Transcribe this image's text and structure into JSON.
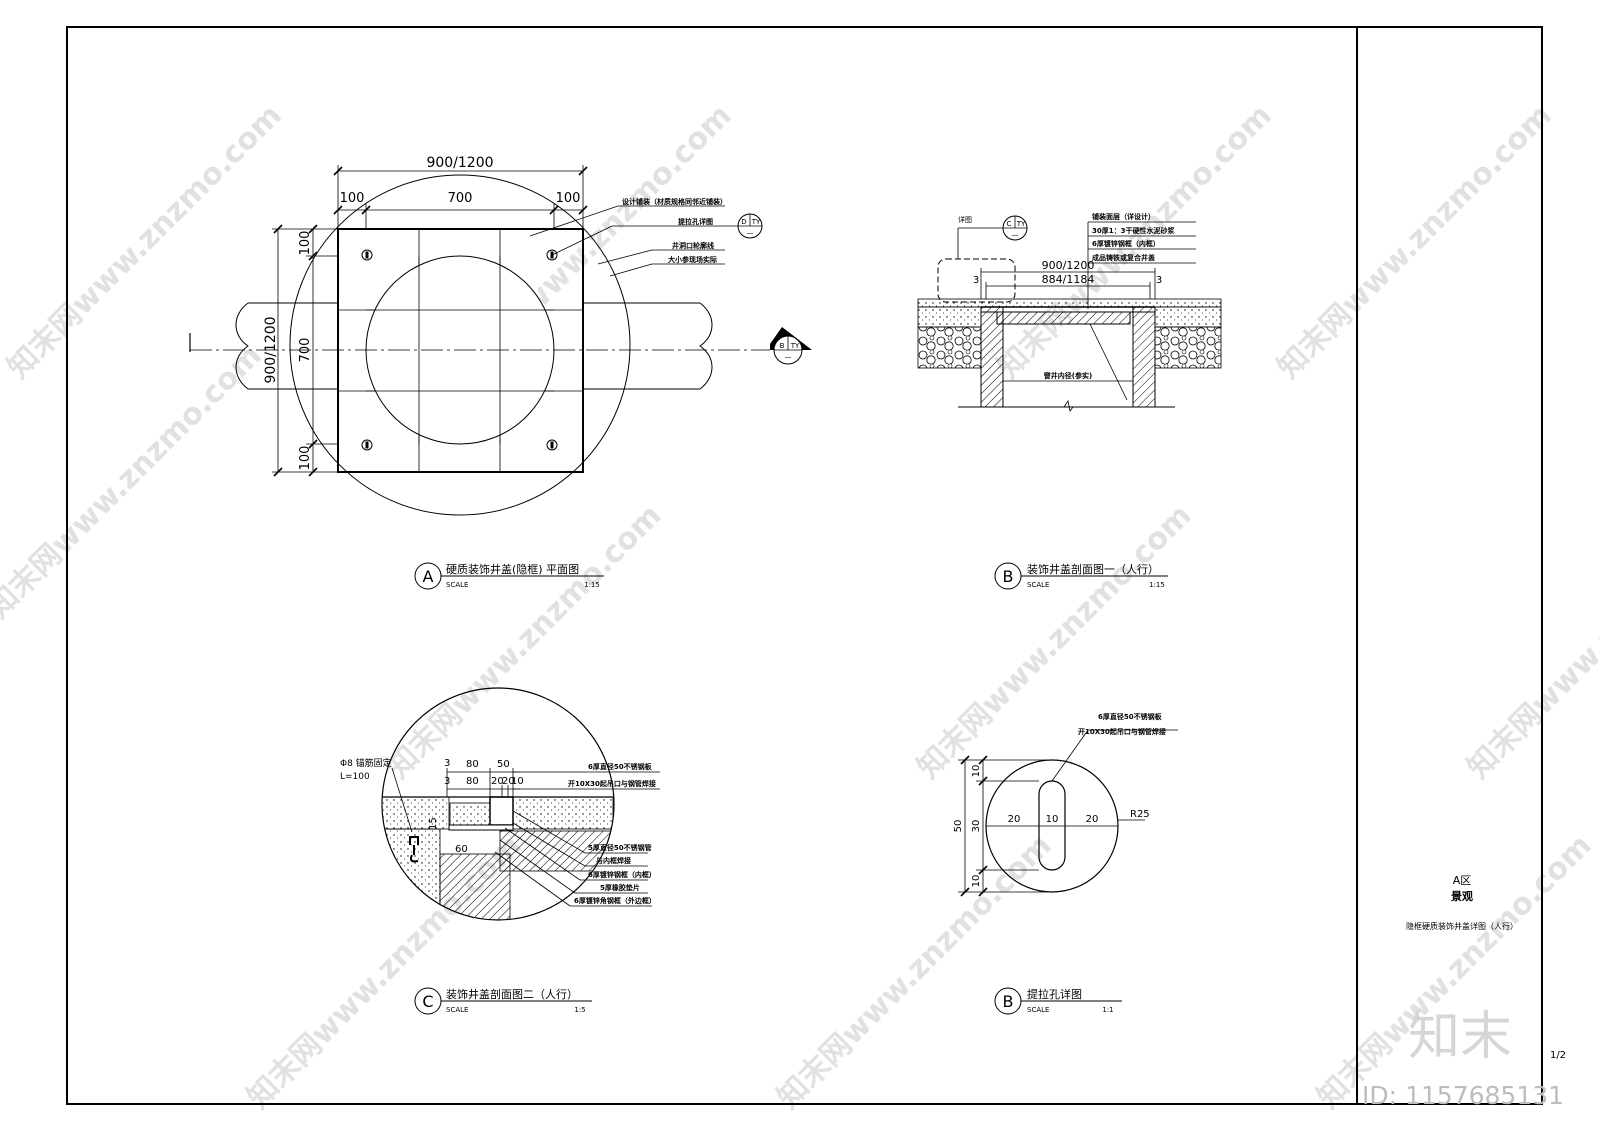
{
  "title_block": {
    "zone": "A区",
    "discipline": "景观",
    "drawing_name": "隐框硬质装饰井盖详图（人行）",
    "sheet_no": "1/2",
    "logo_text": "知末",
    "id_text": "ID: 1157685131"
  },
  "watermark": {
    "text": "知末网www.znzmo.com"
  },
  "drawings": {
    "a": {
      "symbol": "A",
      "title": "硬质装饰井盖(隐框) 平面图",
      "scale_label": "SCALE",
      "scale_value": "1:15",
      "dims": {
        "overall_top": "900/1200",
        "left_100": "100",
        "center_700": "700",
        "right_100": "100",
        "overall_left": "900/1200",
        "top_100": "100",
        "mid_700": "700",
        "bottom_100": "100"
      },
      "notes": [
        "设计铺装（材质规格同邻近铺装）",
        "提拉孔详图",
        "井洞口轮廓线",
        "大小参现场实际"
      ],
      "ref_d": {
        "letter": "D",
        "sheet": "TY",
        "sub": "—"
      },
      "ref_b": {
        "letter": "B",
        "sheet": "TY",
        "sub": "—"
      }
    },
    "b": {
      "symbol": "B",
      "title": "装饰井盖剖面图一（人行）",
      "scale_label": "SCALE",
      "scale_value": "1:15",
      "notes": [
        "铺装面层（详设计）",
        "30厚1：3干硬性水泥砂浆",
        "6厚镀锌钢框（内框）",
        "成品铸铁或复合井盖"
      ],
      "detail_label": "详图",
      "ref_c": {
        "letter": "C",
        "sheet": "TY",
        "sub": "—"
      },
      "dim_outer": "900/1200",
      "dim_inner": "884/1184",
      "dim_edge_l": "3",
      "dim_edge_r": "3",
      "inner_text": "窨井内径(参实)"
    },
    "c": {
      "symbol": "C",
      "title": "装饰井盖剖面图二（人行）",
      "scale_label": "SCALE",
      "scale_value": "1:5",
      "anchor_label": "Φ8 锚筋固定",
      "anchor_len": "L=100",
      "dims_row1": [
        "3",
        "80",
        "50"
      ],
      "dims_row2": [
        "3",
        "80",
        "20",
        "20",
        "10"
      ],
      "dim_15": "15",
      "dim_60": "60",
      "notes": [
        "6厚直径50不锈钢板",
        "开10X30起吊口与钢管焊接",
        "5厚直径50不锈钢管",
        "与内框焊接",
        "6厚镀锌钢框（内框）",
        "5厚橡胶垫片",
        "6厚镀锌角钢框（外边框）"
      ]
    },
    "d": {
      "symbol": "B",
      "title": "提拉孔详图",
      "scale_label": "SCALE",
      "scale_value": "1:1",
      "notes": [
        "6厚直径50不锈钢板",
        "开10X30起吊口与钢管焊接"
      ],
      "dims_h": [
        "20",
        "10",
        "20"
      ],
      "dims_v": [
        "10",
        "30",
        "10"
      ],
      "dim_total": "50",
      "radius": "R25"
    }
  }
}
